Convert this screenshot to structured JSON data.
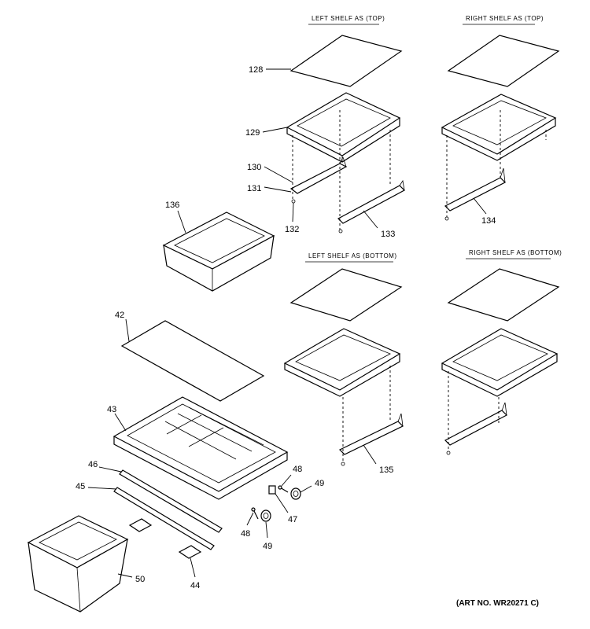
{
  "headers": {
    "left_top": "LEFT SHELF AS (TOP)",
    "right_top": "RIGHT SHELF AS (TOP)",
    "left_bottom": "LEFT SHELF AS (BOTTOM)",
    "right_bottom": "RIGHT SHELF AS (BOTTOM)"
  },
  "callouts": {
    "p128": "128",
    "p129": "129",
    "p130": "130",
    "p131": "131",
    "p132": "132",
    "p133": "133",
    "p134": "134",
    "p135": "135",
    "p136": "136",
    "p42": "42",
    "p43": "43",
    "p44": "44",
    "p45": "45",
    "p46": "46",
    "p47": "47",
    "p48a": "48",
    "p48b": "48",
    "p49a": "49",
    "p49b": "49",
    "p50": "50"
  },
  "art_number": "(ART NO. WR20271 C)"
}
